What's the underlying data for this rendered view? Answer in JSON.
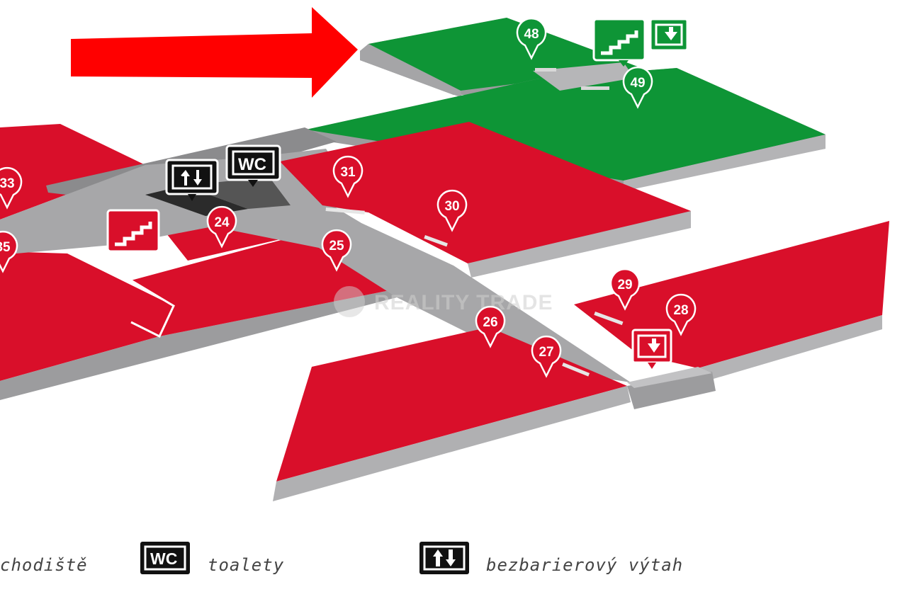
{
  "colors": {
    "unit": "#d90f2a",
    "unit_highlight": "#0e9536",
    "corridor": "#a7a7a9",
    "slab_side": "#9a9a9c",
    "dark": "#222222",
    "arrow": "#ff0000",
    "legend_text": "#444444"
  },
  "units": [
    {
      "id": "48",
      "status": "highlighted"
    },
    {
      "id": "49",
      "status": "highlighted"
    },
    {
      "id": "33",
      "status": "default"
    },
    {
      "id": "35",
      "status": "default"
    },
    {
      "id": "31",
      "status": "default"
    },
    {
      "id": "30",
      "status": "default"
    },
    {
      "id": "24",
      "status": "default"
    },
    {
      "id": "25",
      "status": "default"
    },
    {
      "id": "29",
      "status": "default"
    },
    {
      "id": "28",
      "status": "default"
    },
    {
      "id": "26",
      "status": "default"
    },
    {
      "id": "27",
      "status": "default"
    }
  ],
  "map_icons": {
    "wc": "WC",
    "stairs_icon": "stairs-icon",
    "elevator_icon": "elevator-icon",
    "exit_icon": "exit-down-icon"
  },
  "watermark": "REALITY TRADE",
  "legend": [
    {
      "icon": "stairs-icon",
      "label": "chodiště"
    },
    {
      "icon": "wc-icon",
      "label": "toalety"
    },
    {
      "icon": "elevator-icon",
      "label": "bezbarierový výtah"
    }
  ]
}
